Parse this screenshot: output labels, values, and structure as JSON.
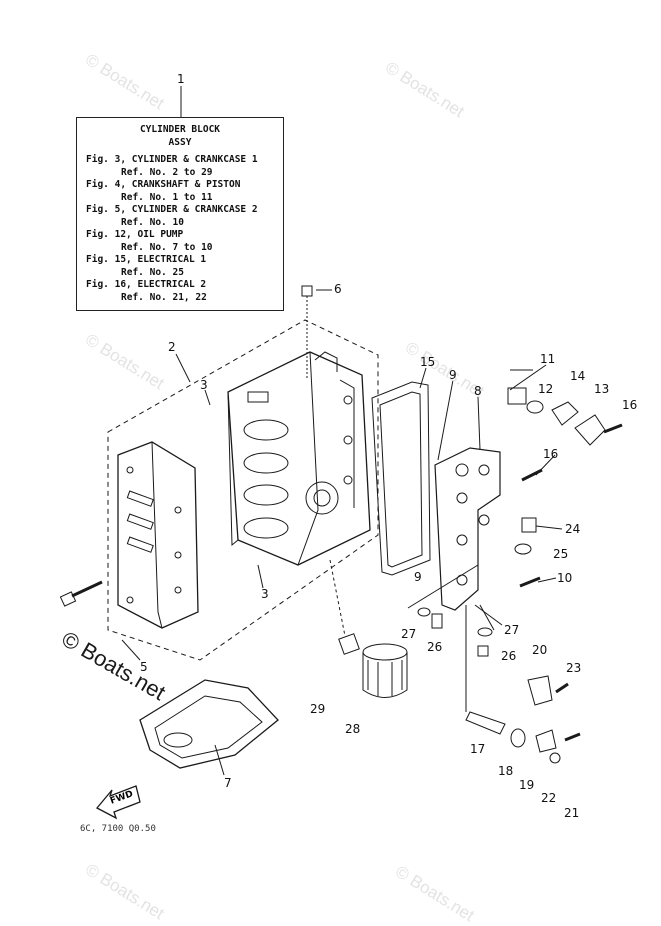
{
  "watermark": "© Boats.net",
  "ref_box": {
    "title": "CYLINDER BLOCK",
    "subtitle": "ASSY",
    "lines": [
      "Fig. 3, CYLINDER & CRANKCASE 1",
      "Ref. No. 2 to 29",
      "Fig. 4, CRANKSHAFT & PISTON",
      "Ref. No. 1 to 11",
      "Fig. 5, CYLINDER & CRANKCASE 2",
      "Ref. No. 10",
      "Fig. 12, OIL PUMP",
      "Ref. No. 7 to 10",
      "Fig. 15, ELECTRICAL 1",
      "Ref. No. 25",
      "Fig. 16, ELECTRICAL 2",
      "Ref. No. 21, 22"
    ]
  },
  "callouts": {
    "c1": "1",
    "c2": "2",
    "c3a": "3",
    "c3b": "3",
    "c5": "5",
    "c6": "6",
    "c7": "7",
    "c8": "8",
    "c9a": "9",
    "c9b": "9",
    "c10": "10",
    "c11": "11",
    "c12": "12",
    "c13": "13",
    "c14": "14",
    "c15": "15",
    "c16a": "16",
    "c16b": "16",
    "c17": "17",
    "c18": "18",
    "c19": "19",
    "c20": "20",
    "c21": "21",
    "c22": "22",
    "c23": "23",
    "c24": "24",
    "c25": "25",
    "c26a": "26",
    "c26b": "26",
    "c27a": "27",
    "c27b": "27",
    "c28": "28",
    "c29": "29"
  },
  "fwd_label": "FWD",
  "diagram_code": "6C, 7100 Q0.50",
  "colors": {
    "ink": "#1a1a1a",
    "watermark": "#e3e3e3"
  }
}
